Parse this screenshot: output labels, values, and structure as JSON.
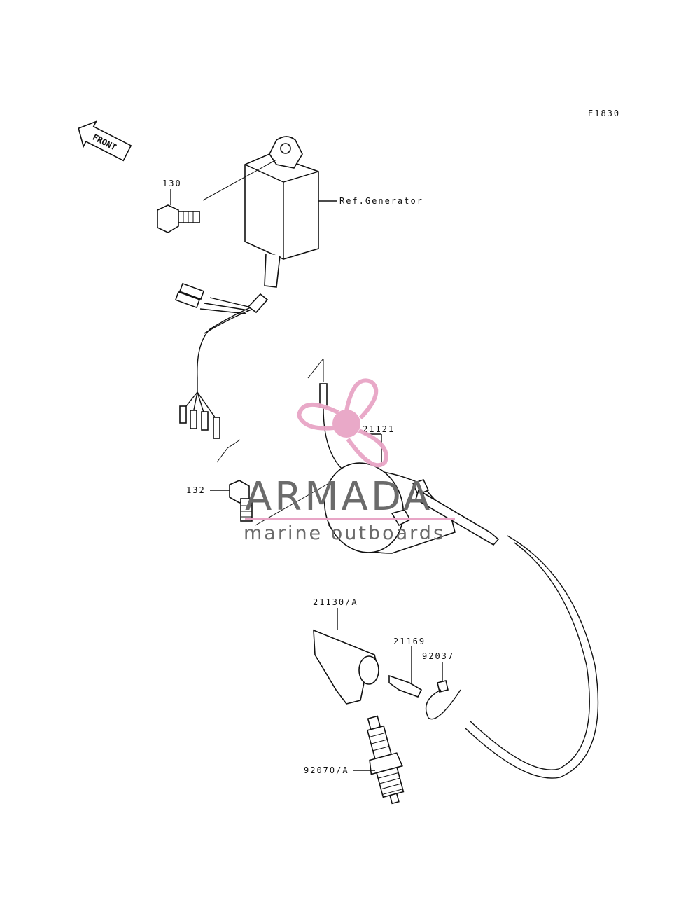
{
  "diagram_code": "E1830",
  "front_label": "FRONT",
  "callouts": {
    "p130": "130",
    "ref_generator": "Ref.Generator",
    "p132": "132",
    "p21121": "21121",
    "p21130": "21130/A",
    "p21169": "21169",
    "p92037": "92037",
    "p92070": "92070/A"
  },
  "watermark": {
    "brand": "ARMADA",
    "tagline": "marine outboards",
    "logo_color": "#e8a5c6",
    "text_color": "#6b6b6b"
  }
}
